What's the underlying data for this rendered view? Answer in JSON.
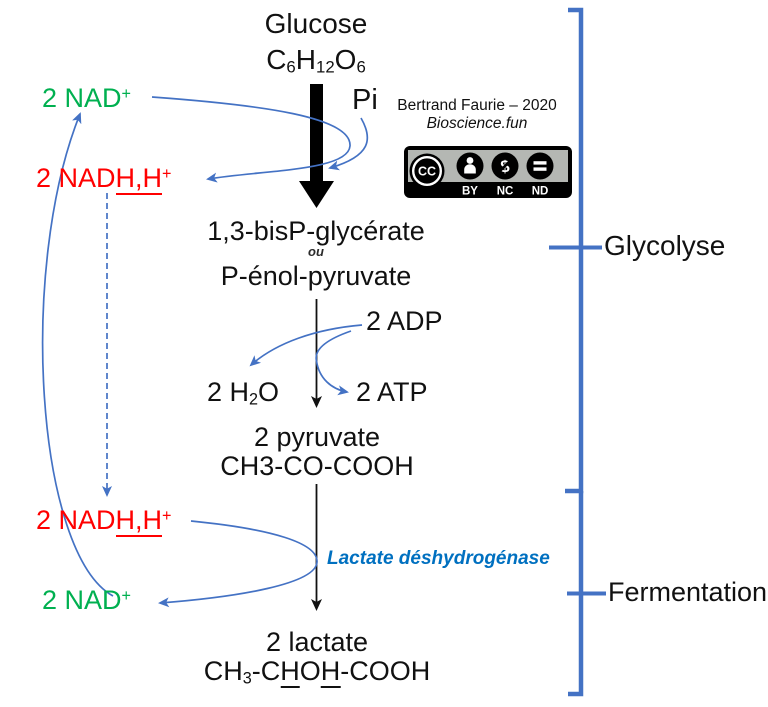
{
  "palette": {
    "arrow_blue": "#4472C4",
    "nad_green": "#00B050",
    "nadh_red": "#FF0000",
    "enzyme_blue": "#0070C0",
    "text_black": "#111111",
    "badge_gray": "#b4b7b3"
  },
  "header": {
    "glucose_label": "Glucose",
    "glucose_formula": {
      "c": "C",
      "c_sub": "6",
      "h": "H",
      "h_sub": "12",
      "o": "O",
      "o_sub": "6"
    },
    "pi_label": "Pi"
  },
  "credit": {
    "author": "Bertrand Faurie – 2020",
    "site": "Bioscience.fun",
    "license": {
      "cc": "CC",
      "by": "BY",
      "nc": "NC",
      "nd": "ND",
      "nc_symbol": "$",
      "sign": "="
    }
  },
  "cofactors": {
    "nad_plus_top": {
      "pre": "2 NAD",
      "sup": "+"
    },
    "nadh_top": {
      "pre": "2 NAD",
      "underline": "H,H",
      "sup": "+"
    },
    "nadh_bottom": {
      "pre": "2 NAD",
      "underline": "H,H",
      "sup": "+"
    },
    "nad_plus_bottom": {
      "pre": "2 NAD",
      "sup": "+"
    }
  },
  "glycolysis": {
    "intermediate_1": "1,3-bisP-glycérate",
    "or_word": "ou",
    "intermediate_2": "P-énol-pyruvate",
    "adp": "2 ADP",
    "h2o": {
      "pre": "2 H",
      "sub": "2",
      "post": "O"
    },
    "atp": "2 ATP",
    "pyruvate_label": "2 pyruvate",
    "pyruvate_formula": "CH3-CO-COOH",
    "bracket_label": "Glycolyse"
  },
  "fermentation": {
    "enzyme": "Lactate déshydrogénase",
    "lactate_label": "2 lactate",
    "lactate_formula": {
      "p1": "CH",
      "p1_sub": "3",
      "p2": "-C",
      "u1": "H",
      "p3": "O",
      "u2": "H",
      "p4": "-COOH"
    },
    "bracket_label": "Fermentation"
  }
}
